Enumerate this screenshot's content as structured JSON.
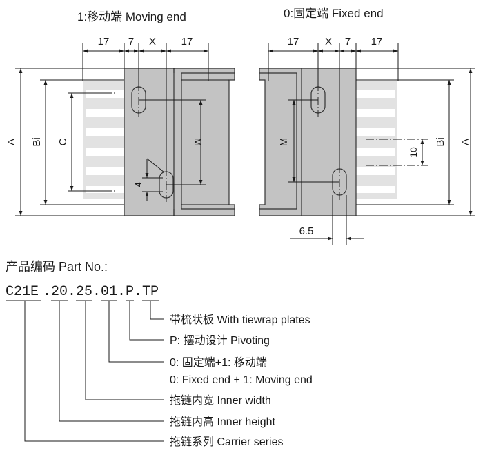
{
  "moving_end": {
    "title": "1:移动端 Moving end"
  },
  "fixed_end": {
    "title": "0:固定端 Fixed end"
  },
  "dims": {
    "d17": "17",
    "d7": "7",
    "dx": "X",
    "dA": "A",
    "dBi": "Bi",
    "dC": "C",
    "dM": "M",
    "d4": "4",
    "d10": "10",
    "d65": "6.5"
  },
  "part_no": {
    "heading": "产品编码 Part No.:",
    "code_segments": [
      "C21E",
      ".",
      "20",
      ".",
      "25",
      ".",
      "01",
      ".",
      "P",
      ".",
      "TP"
    ],
    "legend": [
      {
        "text": "带梳状板 With tiewrap plates"
      },
      {
        "text": "P: 摆动设计 Pivoting"
      },
      {
        "text": "0: 固定端+1: 移动端"
      },
      {
        "text": "0: Fixed end + 1: Moving end"
      },
      {
        "text": "拖链内宽 Inner width"
      },
      {
        "text": "拖链内高 Inner height"
      },
      {
        "text": "拖链系列 Carrier series"
      }
    ]
  }
}
